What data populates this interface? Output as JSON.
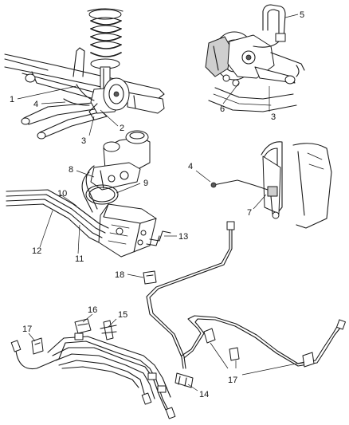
{
  "callouts": [
    "1",
    "2",
    "3",
    "4",
    "5",
    "6",
    "7",
    "8",
    "9",
    "10",
    "11",
    "12",
    "13",
    "14",
    "15",
    "16",
    "17",
    "18"
  ],
  "colors": {
    "ink": "#1a1a1a",
    "paper": "#ffffff",
    "shade": "#cfcfcf"
  }
}
